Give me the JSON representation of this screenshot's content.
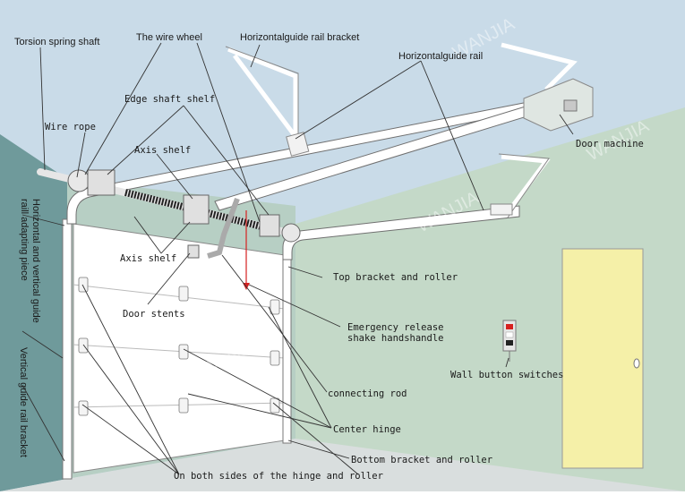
{
  "labels": {
    "torsion_spring_shaft": "Torsion spring shaft",
    "wire_wheel": "The wire wheel",
    "horizontal_guide_rail_bracket": "Horizontalguide rail  bracket",
    "horizontal_guide_rail": "Horizontalguide rail",
    "edge_shaft_shelf": "Edge shaft shelf",
    "wire_rope": "Wire rope",
    "axis_shelf_top": "Axis shelf",
    "door_machine": "Door machine",
    "horizontal_vertical_adapting_piece": "Horizontal and vertical guide raill adapting piece",
    "axis_shelf_bottom": "Axis shelf",
    "top_bracket_roller": "Top bracket and roller",
    "door_stents": "Door stents",
    "emergency_release": "Emergency release\nshake handshandle",
    "wall_button_switches": "Wall button switches",
    "vertical_guide_rail_bracket": "Vertical guide rail bracket",
    "connecting_rod": "connecting rod",
    "center_hinge": "Center hinge",
    "bottom_bracket_roller": "Bottom bracket and roller",
    "both_sides_hinge_roller": "On both sides of the hinge and roller"
  },
  "watermark": "WANJIA",
  "colors": {
    "sky": "#c9dbe8",
    "left_wall": "#6f9a9b",
    "right_wall": "#c4d9c8",
    "floor": "#d9dede",
    "door_panel": "#ffffff",
    "side_door": "#f5f0a8",
    "rail": "#ffffff",
    "rail_stroke": "#707070",
    "release_cord": "#d62020"
  }
}
